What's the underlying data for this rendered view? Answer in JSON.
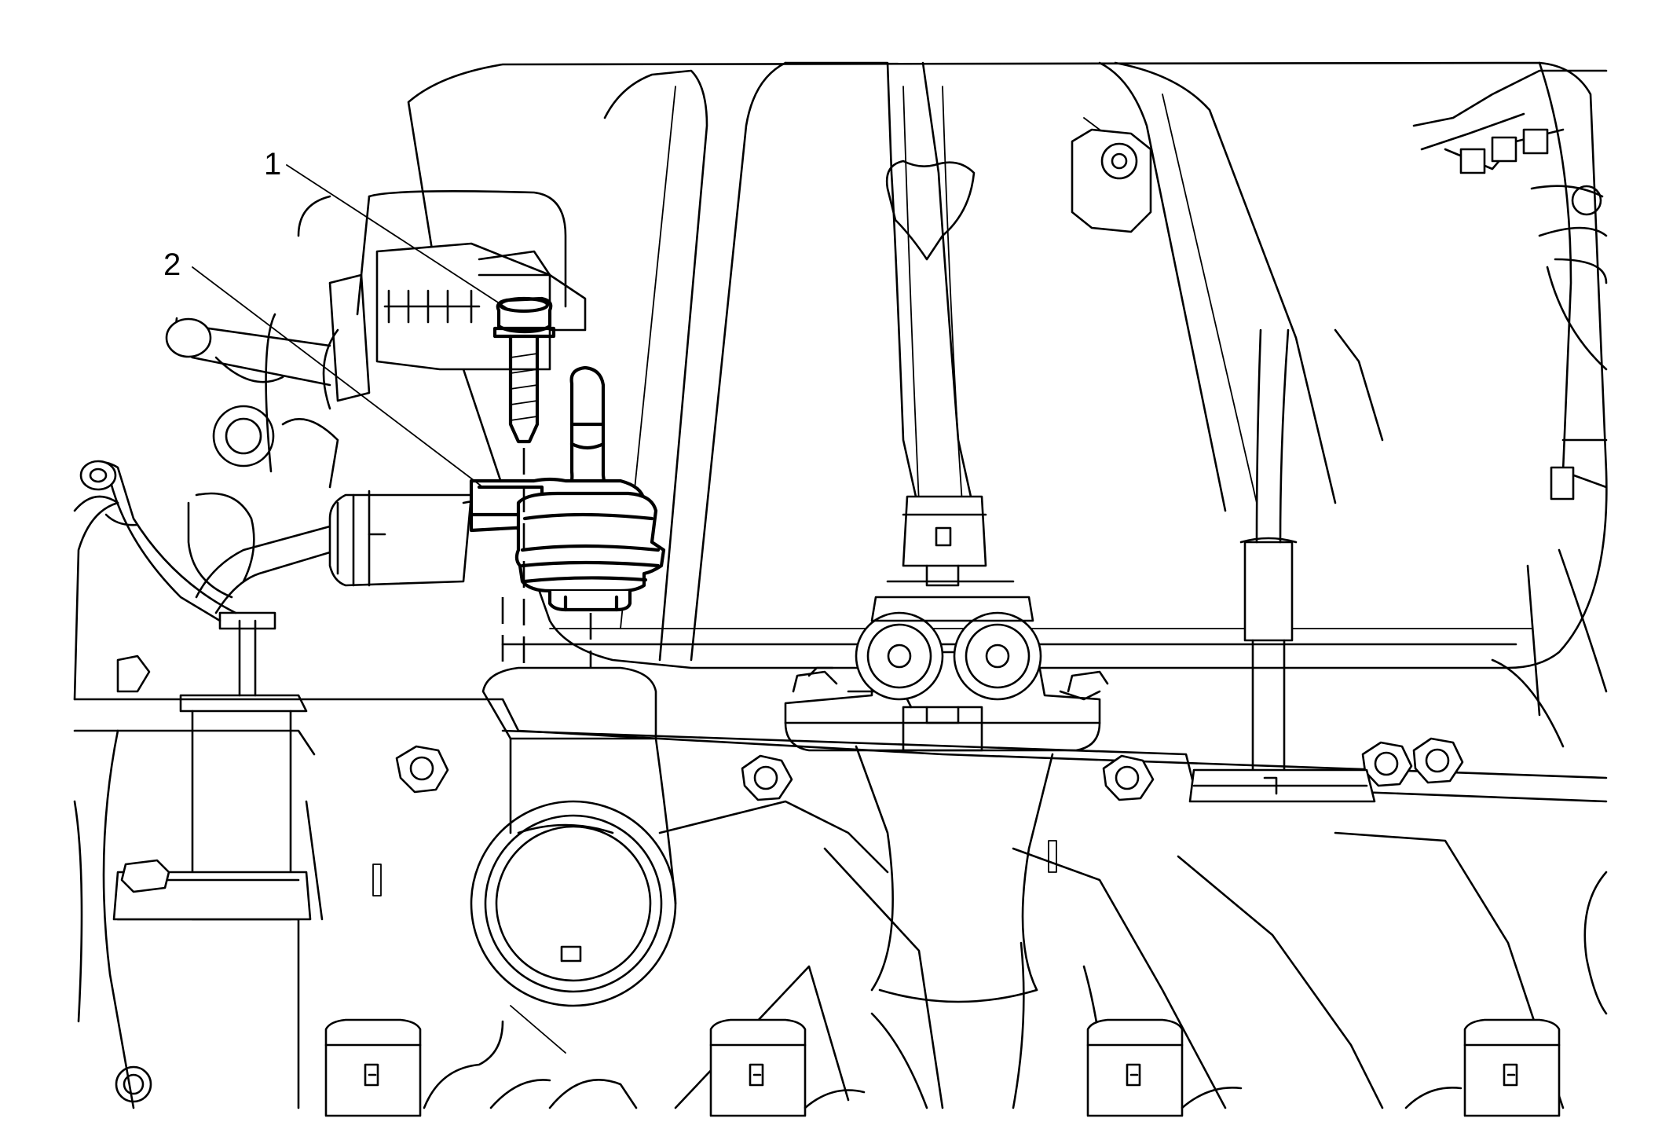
{
  "figure": {
    "callouts": [
      {
        "id": "callout-1",
        "label": "1"
      },
      {
        "id": "callout-2",
        "label": "2"
      }
    ],
    "colors": {
      "line": "#000000",
      "background": "#ffffff"
    }
  }
}
